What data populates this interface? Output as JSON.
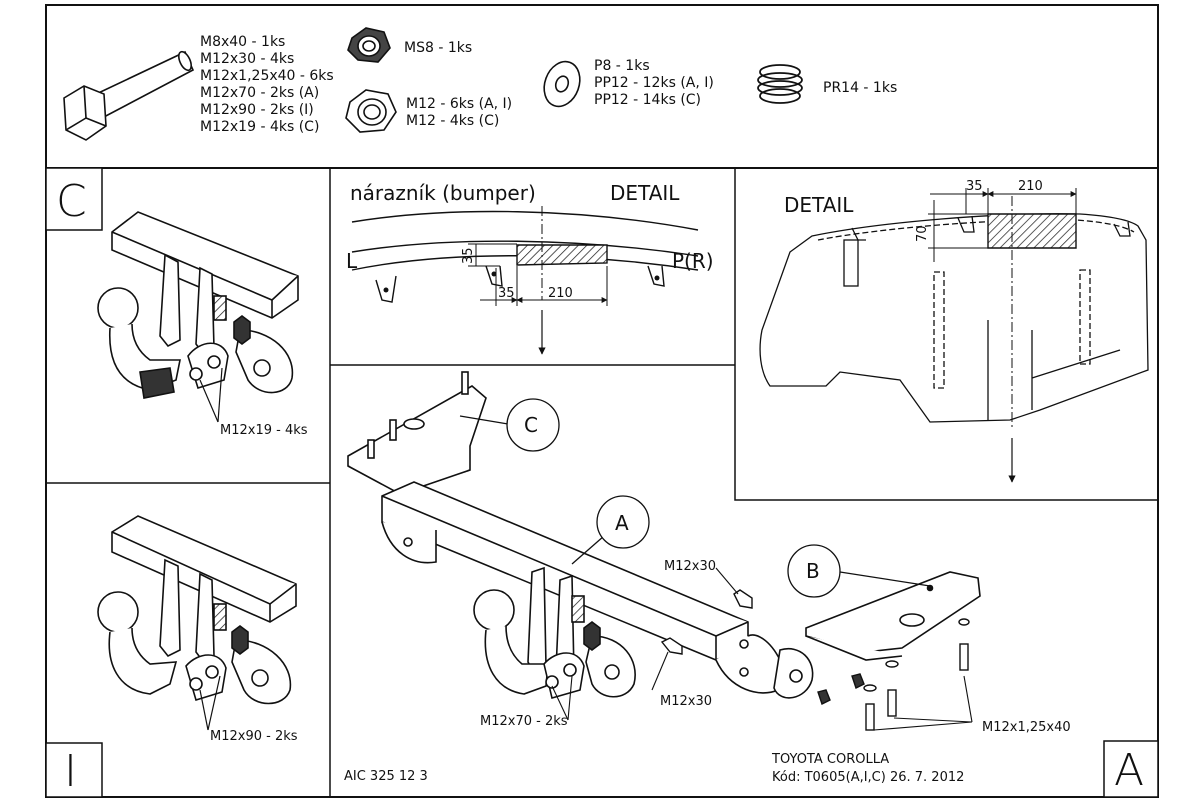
{
  "parts": {
    "bolt_list": [
      "M8x40 - 1ks",
      "M12x30 - 4ks",
      "M12x1,25x40 - 6ks",
      "M12x70 - 2ks (A)",
      "M12x90 - 2ks (I)",
      "M12x19 - 4ks (C)"
    ],
    "nut_small": "MS8 - 1ks",
    "nut_big": [
      "M12 - 6ks (A, I)",
      "M12 - 4ks (C)"
    ],
    "washers": [
      "P8 - 1ks",
      "PP12 - 12ks (A, I)",
      "PP12 - 14ks (C)"
    ],
    "spring": "PR14 - 1ks"
  },
  "panel_c": {
    "letter": "C",
    "label": "M12x19 - 4ks"
  },
  "panel_i": {
    "letter": "I",
    "label": "M12x90 - 2ks"
  },
  "bumper_detail": {
    "title": "nárazník (bumper)",
    "detail": "DETAIL",
    "left": "L",
    "right": "P(R)",
    "dim_height": "35",
    "dim_offset": "35",
    "dim_width": "210"
  },
  "right_detail": {
    "detail": "DETAIL",
    "dim_offset": "35",
    "dim_width": "210",
    "dim_height": "70"
  },
  "main": {
    "callout_c": "C",
    "callout_a": "A",
    "callout_b": "B",
    "m12x30_top": "M12x30",
    "m12x30_bottom": "M12x30",
    "m12x70": "M12x70 - 2ks",
    "m12x125": "M12x1,25x40"
  },
  "footer": {
    "code_left": "AIC 325 12 3",
    "vehicle": "TOYOTA COROLLA",
    "kod": "Kód: T0605(A,I,C)  26. 7. 2012",
    "letter": "A"
  }
}
